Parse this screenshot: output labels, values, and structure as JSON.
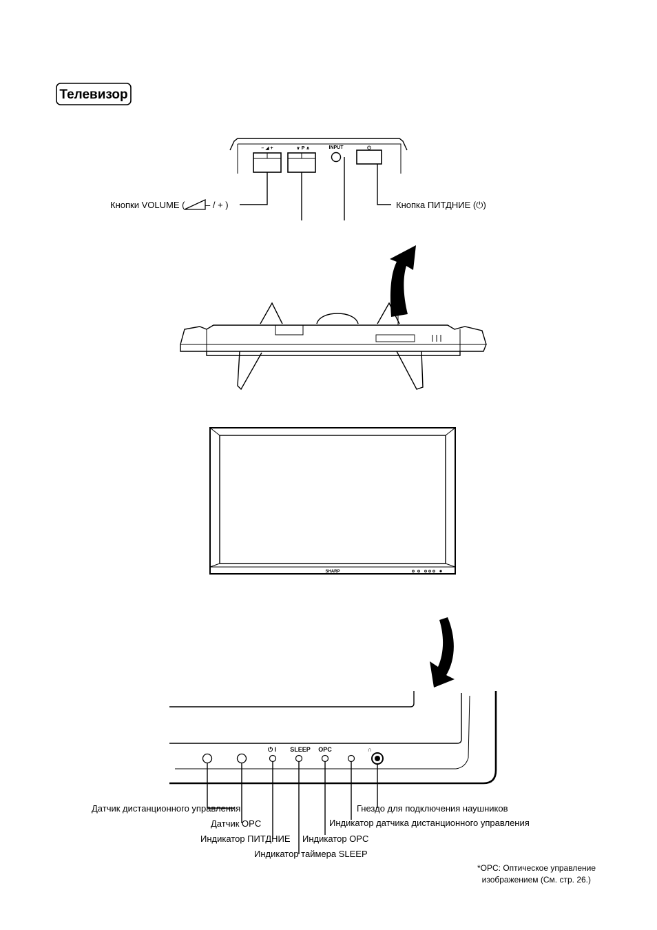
{
  "section_title": "Телевизор",
  "top_panel": {
    "volume_marks": "–  ◢  +",
    "channel_marks": "∨  P  ∧",
    "input_label": "INPUT",
    "power_mark": "⏻",
    "label_volume": "Кнопки VOLUME (",
    "label_volume_end": "– / +  )",
    "label_power": "Кнопка ПИТДНИЕ (⏻)"
  },
  "screen": {
    "brand": "SHARP"
  },
  "front_panel": {
    "power_mark": "⏻ I",
    "sleep_label": "SLEEP",
    "opc_label": "OPC",
    "headphone_mark": "∩"
  },
  "callouts": {
    "remote_sensor": "Датчик дистанционного управления",
    "opc_sensor": "Датчик OPC",
    "power_indicator": "Индикатор ПИТДНИЕ",
    "sleep_indicator": "Индикатор таймера SLEEP",
    "opc_indicator": "Индикатор OPC",
    "remote_indicator": "Индикатор датчика дистанционного управления",
    "headphone_jack": "Гнездо для подключения наушников"
  },
  "footnote": {
    "line1": "*OPC: Оптическое управление",
    "line2": "изображением (См. стр. 26.)"
  }
}
